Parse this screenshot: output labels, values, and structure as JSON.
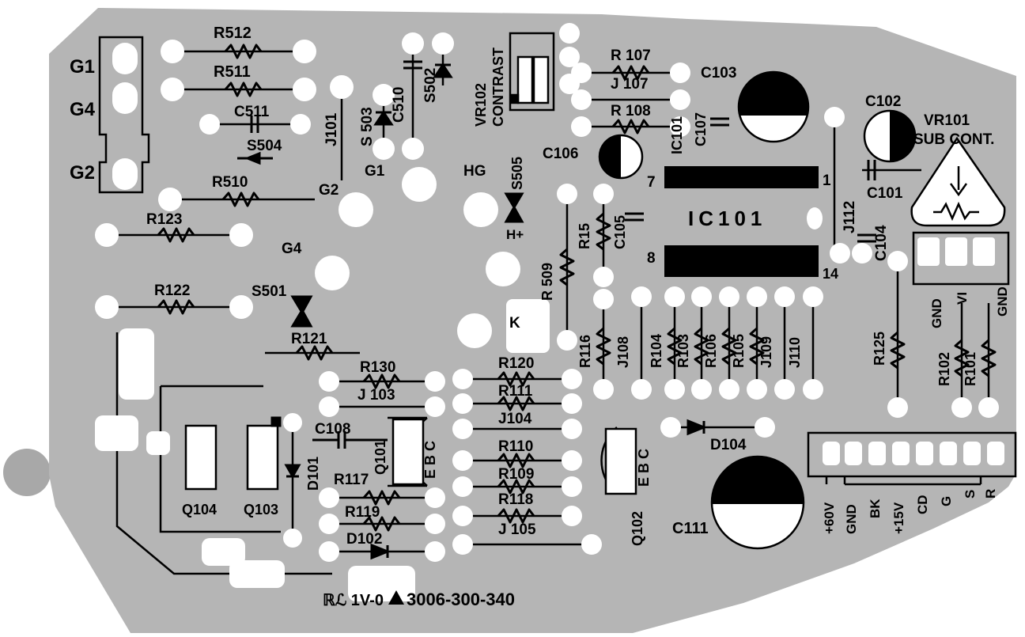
{
  "diagram": {
    "part_number": "3006-300-340",
    "approval_marks": "ℝℒ 1V-0",
    "colors": {
      "board": "#b5b5b5",
      "ink": "#000000",
      "pad": "#ffffff",
      "mount_hole": "#a8a8a8"
    },
    "labels": {
      "g1": "G1",
      "g4": "G4",
      "g2": "G2",
      "r512": "R512",
      "r511": "R511",
      "c511": "C511",
      "s504": "S504",
      "r510": "R510",
      "r123": "R123",
      "r122": "R122",
      "s501": "S501",
      "r121": "R121",
      "j101": "J101",
      "s503": "S 503",
      "c510": "C510",
      "s502": "S502",
      "vr102": "VR102",
      "contrast": "CONTRAST",
      "r107": "R 107",
      "j107": "J 107",
      "r108": "R 108",
      "c103": "C103",
      "c107": "C107",
      "c106": "C106",
      "ic101_label": "IC101",
      "ic101_body": "IC101",
      "pin7": "7",
      "pin8": "8",
      "pin1": "1",
      "pin14": "14",
      "c102": "C102",
      "vr101": "VR101",
      "sub_cont": "SUB CONT.",
      "c101": "C101",
      "j112": "J112",
      "c104": "C104",
      "gnd_a": "GND",
      "vi": "VI",
      "gnd_b": "GND",
      "g1_pad": "G1",
      "g2_pad": "G2",
      "hg": "HG",
      "s505": "S505",
      "hplus": "H+",
      "g4_pad": "G4",
      "k": "K",
      "r115": "R15",
      "c105": "C105",
      "r509": "R 509",
      "r116": "R116",
      "j108": "J108",
      "r104": "R104",
      "r103": "R103",
      "r106": "R106",
      "r105": "R105",
      "j109": "J109",
      "j110": "J110",
      "r125": "R125",
      "r102": "R102",
      "r101": "R101",
      "r130": "R130",
      "j103": "J 103",
      "c108": "C108",
      "q101": "Q101",
      "ebc_a": "E B C",
      "ebc_b": "E B C",
      "r120": "R120",
      "r111": "R111",
      "j104": "J104",
      "r110": "R110",
      "r109": "R109",
      "r118": "R118",
      "j105": "J 105",
      "r117": "R117",
      "r119": "R119",
      "d102": "D102",
      "d101": "D101",
      "q104": "Q104",
      "q103": "Q103",
      "q102": "Q102",
      "d104": "D104",
      "c111": "C111",
      "conn": [
        "+60V",
        "GND",
        "BK",
        "+15V",
        "CD",
        "G",
        "S",
        "R"
      ]
    }
  }
}
